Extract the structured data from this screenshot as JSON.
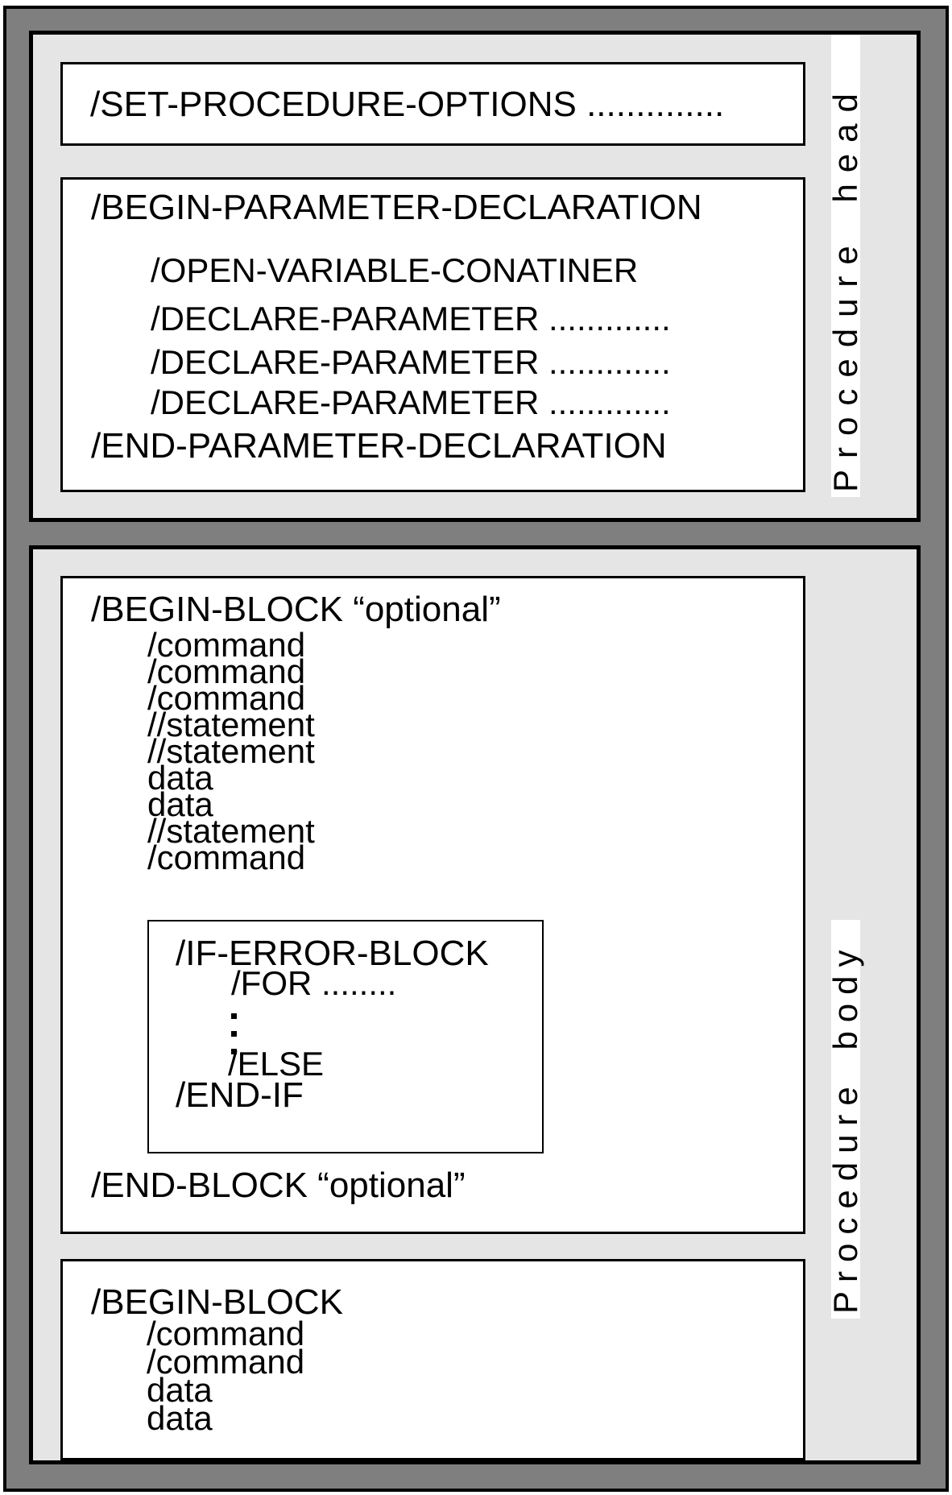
{
  "palette": {
    "frame_gray": "#7f7f7f",
    "section_gray": "#e5e5e5",
    "box_white": "#ffffff",
    "line_black": "#000000"
  },
  "head": {
    "label": "Procedure head",
    "options_line": "/SET-PROCEDURE-OPTIONS ..............",
    "param_lines": [
      "/BEGIN-PARAMETER-DECLARATION",
      "/OPEN-VARIABLE-CONATINER",
      "/DECLARE-PARAMETER .............",
      "/DECLARE-PARAMETER .............",
      "/DECLARE-PARAMETER .............",
      "/END-PARAMETER-DECLARATION"
    ]
  },
  "body": {
    "label": "Procedure body",
    "block1": {
      "begin": "/BEGIN-BLOCK “optional”",
      "lines": [
        "/command",
        "/command",
        "/command",
        "//statement",
        "//statement",
        "data",
        "data",
        "//statement",
        "/command"
      ],
      "if_block": {
        "title": "/IF-ERROR-BLOCK",
        "for_line": "/FOR ........",
        "continuation_dots": 3,
        "else_line": "/ELSE",
        "end_line": "/END-IF"
      },
      "end": "/END-BLOCK “optional”"
    },
    "block2": {
      "begin": "/BEGIN-BLOCK",
      "lines": [
        "/command",
        "/command",
        "data",
        "data"
      ]
    }
  }
}
